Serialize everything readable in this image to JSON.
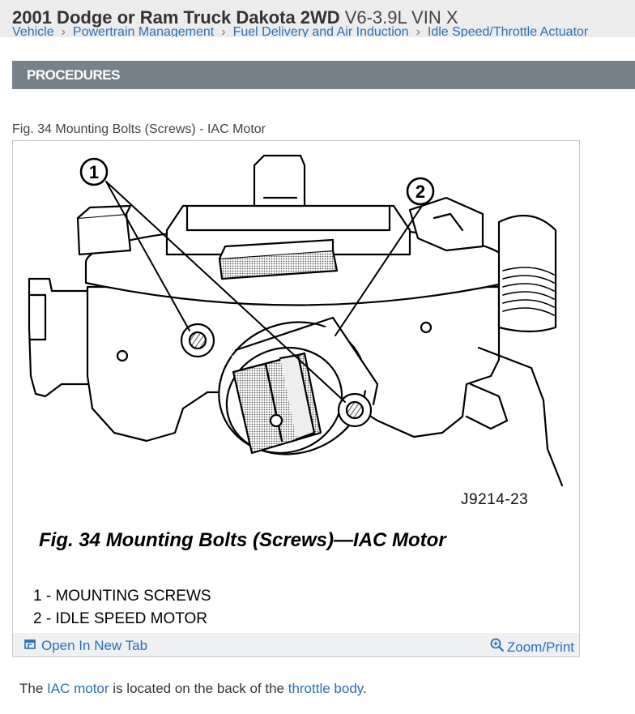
{
  "header": {
    "title_bold": "2001 Dodge or Ram Truck Dakota 2WD",
    "title_engine": "V6-3.9L VIN X",
    "breadcrumb": [
      "Vehicle",
      "Powertrain Management",
      "Fuel Delivery and Air Induction",
      "Idle Speed/Throttle Actuator"
    ]
  },
  "section": {
    "label": "PROCEDURES"
  },
  "figure": {
    "caption": "Fig. 34 Mounting Bolts (Screws) - IAC Motor",
    "callouts": [
      "1",
      "2"
    ],
    "code": "J9214-23",
    "heading": "Fig. 34 Mounting Bolts (Screws)—IAC Motor",
    "legend": [
      "1 - MOUNTING SCREWS",
      "2 - IDLE SPEED MOTOR"
    ],
    "open_tab_label": "Open In New Tab",
    "zoom_label": "Zoom/Print",
    "icons": {
      "open_tab": "open-new-tab-icon",
      "zoom": "zoom-magnifier-icon"
    }
  },
  "body": {
    "text_before": "The ",
    "link1": "IAC motor",
    "text_middle": " is located on the back of the ",
    "link2": "throttle body",
    "text_after": "."
  },
  "colors": {
    "link": "#2a6fb5",
    "section_bar": "#77818a",
    "header_bg": "#ececec"
  }
}
